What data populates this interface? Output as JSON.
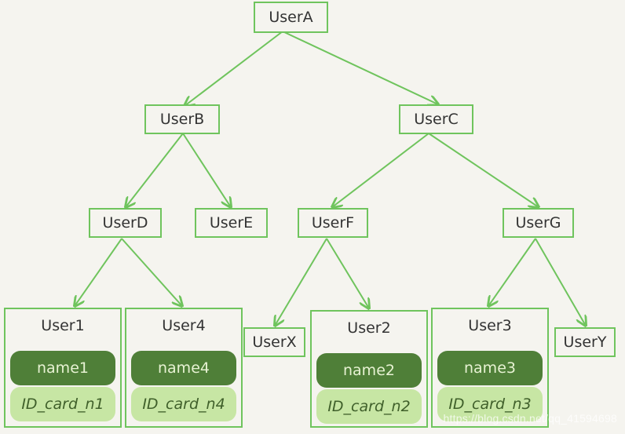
{
  "colors": {
    "border": "#6fc45d",
    "name_fill": "#4f7f38",
    "id_fill": "#c7e6a4",
    "background": "#f5f4ef"
  },
  "nodes": {
    "user_a": "UserA",
    "user_b": "UserB",
    "user_c": "UserC",
    "user_d": "UserD",
    "user_e": "UserE",
    "user_f": "UserF",
    "user_g": "UserG",
    "user_x": "UserX",
    "user_y": "UserY"
  },
  "leaf_cards": [
    {
      "title": "User1",
      "name": "name1",
      "id_card": "ID_card_n1"
    },
    {
      "title": "User4",
      "name": "name4",
      "id_card": "ID_card_n4"
    },
    {
      "title": "User2",
      "name": "name2",
      "id_card": "ID_card_n2"
    },
    {
      "title": "User3",
      "name": "name3",
      "id_card": "ID_card_n3"
    }
  ],
  "watermark": "https://blog.csdn.net/qq_41594698"
}
